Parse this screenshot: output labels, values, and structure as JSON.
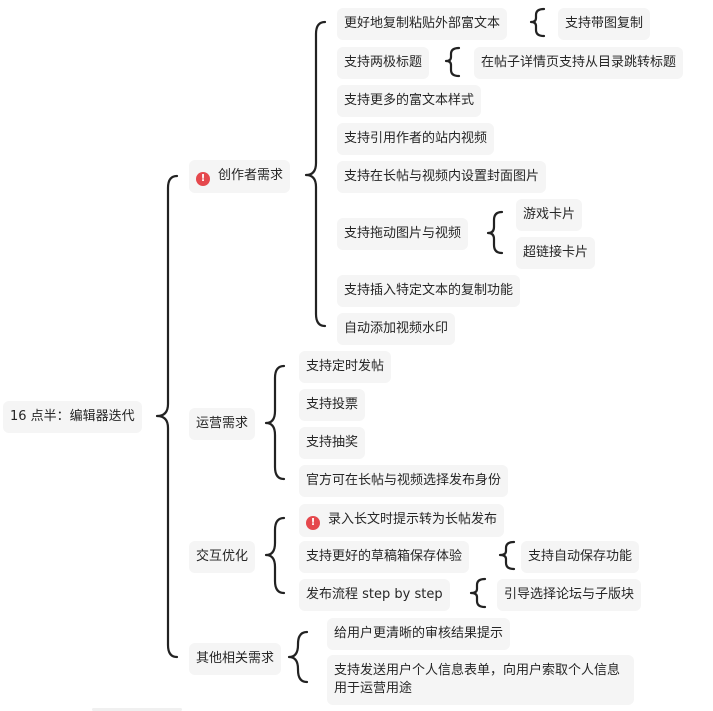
{
  "root": {
    "label": "16 点半：编辑器迭代"
  },
  "branches": [
    {
      "label": "创作者需求",
      "badge": "!",
      "children": [
        {
          "label": "更好地复制粘贴外部富文本",
          "children": [
            {
              "label": "支持带图复制"
            }
          ]
        },
        {
          "label": "支持两极标题",
          "children": [
            {
              "label": "在帖子详情页支持从目录跳转标题"
            }
          ]
        },
        {
          "label": "支持更多的富文本样式"
        },
        {
          "label": "支持引用作者的站内视频"
        },
        {
          "label": "支持在长帖与视频内设置封面图片"
        },
        {
          "label": "支持拖动图片与视频",
          "children": [
            {
              "label": "游戏卡片"
            },
            {
              "label": "超链接卡片"
            }
          ]
        },
        {
          "label": "支持插入特定文本的复制功能"
        },
        {
          "label": "自动添加视频水印"
        }
      ]
    },
    {
      "label": "运营需求",
      "children": [
        {
          "label": "支持定时发帖"
        },
        {
          "label": "支持投票"
        },
        {
          "label": "支持抽奖"
        },
        {
          "label": "官方可在长帖与视频选择发布身份"
        }
      ]
    },
    {
      "label": "交互优化",
      "children": [
        {
          "label": "录入长文时提示转为长帖发布",
          "badge": "!"
        },
        {
          "label": "支持更好的草稿箱保存体验",
          "children": [
            {
              "label": "支持自动保存功能"
            }
          ]
        },
        {
          "label": "发布流程 step by step",
          "children": [
            {
              "label": "引导选择论坛与子版块"
            }
          ]
        }
      ]
    },
    {
      "label": "其他相关需求",
      "children": [
        {
          "label": "给用户更清晰的审核结果提示"
        },
        {
          "label": "支持发送用户个人信息表单，向用户索取个人信息用于运营用途"
        }
      ]
    }
  ]
}
